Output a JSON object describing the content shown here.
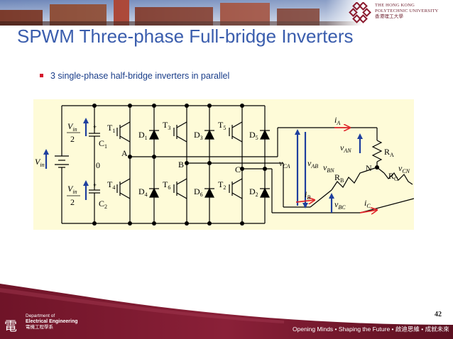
{
  "header": {
    "university_line1": "THE HONG KONG",
    "university_line2": "POLYTECHNIC UNIVERSITY",
    "university_chinese": "香港理工大學"
  },
  "slide": {
    "title": "SPWM Three-phase Full-bridge Inverters",
    "bullet": "3 single-phase half-bridge inverters in parallel",
    "page_number": "42"
  },
  "diagram": {
    "vin_left": "V",
    "vin_left_sub": "in",
    "vin_half_top_num": "V",
    "vin_half_top_sub": "in",
    "vin_half_top_den": "2",
    "vin_half_bot_num": "V",
    "vin_half_bot_sub": "in",
    "vin_half_bot_den": "2",
    "plus_top": "+",
    "plus_bot": "+",
    "cap_top": "C",
    "cap_top_sub": "1",
    "cap_bot": "C",
    "cap_bot_sub": "2",
    "midpoint": "0",
    "t1": "T",
    "t1_sub": "1",
    "t3": "T",
    "t3_sub": "3",
    "t5": "T",
    "t5_sub": "5",
    "t4": "T",
    "t4_sub": "4",
    "t6": "T",
    "t6_sub": "6",
    "t2": "T",
    "t2_sub": "2",
    "d1": "D",
    "d1_sub": "1",
    "d3": "D",
    "d3_sub": "3",
    "d5": "D",
    "d5_sub": "5",
    "d4": "D",
    "d4_sub": "4",
    "d6": "D",
    "d6_sub": "6",
    "d2": "D",
    "d2_sub": "2",
    "node_a": "A",
    "node_b": "B",
    "node_c": "C",
    "node_n": "N",
    "v_ca": "v",
    "v_ca_sub": "CA",
    "v_ab": "v",
    "v_ab_sub": "AB",
    "v_bn": "v",
    "v_bn_sub": "BN",
    "v_an": "v",
    "v_an_sub": "AN",
    "v_cn": "v",
    "v_cn_sub": "CN",
    "v_bc": "v",
    "v_bc_sub": "BC",
    "i_a": "i",
    "i_a_sub": "A",
    "i_b": "i",
    "i_b_sub": "B",
    "i_c": "i",
    "i_c_sub": "C",
    "r_a": "R",
    "r_a_sub": "A",
    "r_b": "R",
    "r_b_sub": "B",
    "r_c": "R",
    "r_c_sub": "C"
  },
  "footer": {
    "dept_line1": "Department of",
    "dept_line2": "Electrical Engineering",
    "dept_chinese": "電機工程學系",
    "dept_glyph": "電",
    "slogan": "Opening Minds • Shaping the Future • 啟迪思維 • 成就未來"
  },
  "colors": {
    "title": "#3a5dad",
    "bullet_text": "#1a3e8a",
    "bullet_marker": "#d4152c",
    "circuit_bg": "#fefbd8",
    "arrow_blue": "#1f3f9e",
    "arrow_red": "#e0262b",
    "footer_maroon": "#7a1a30"
  }
}
